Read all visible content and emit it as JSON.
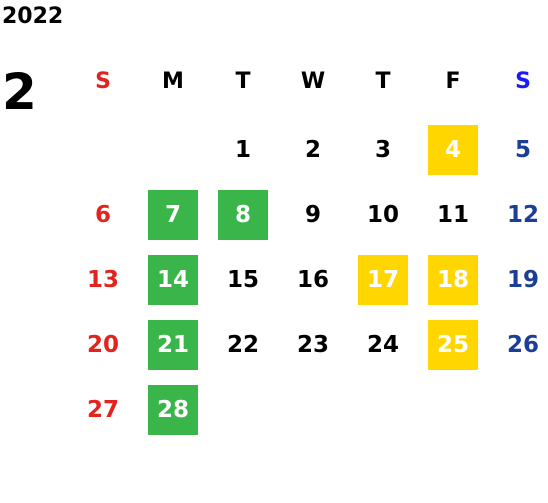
{
  "calendar": {
    "year": "2022",
    "month": "2",
    "weekdays": [
      "S",
      "M",
      "T",
      "W",
      "T",
      "F",
      "S"
    ],
    "colors": {
      "sunday_text": "#e3231d",
      "saturday_text": "#1b3f99",
      "weekday_text": "#000000",
      "highlight_text": "#ffffff",
      "green_highlight": "#3ab54a",
      "yellow_highlight": "#ffd600",
      "sunday_header": "#e3231d",
      "saturday_header": "#1a1aff"
    },
    "days": [
      {
        "label": "1",
        "week": 0,
        "dow": 2,
        "highlight": "none"
      },
      {
        "label": "2",
        "week": 0,
        "dow": 3,
        "highlight": "none"
      },
      {
        "label": "3",
        "week": 0,
        "dow": 4,
        "highlight": "none"
      },
      {
        "label": "4",
        "week": 0,
        "dow": 5,
        "highlight": "yellow"
      },
      {
        "label": "5",
        "week": 0,
        "dow": 6,
        "highlight": "none"
      },
      {
        "label": "6",
        "week": 1,
        "dow": 0,
        "highlight": "none"
      },
      {
        "label": "7",
        "week": 1,
        "dow": 1,
        "highlight": "green"
      },
      {
        "label": "8",
        "week": 1,
        "dow": 2,
        "highlight": "green"
      },
      {
        "label": "9",
        "week": 1,
        "dow": 3,
        "highlight": "none"
      },
      {
        "label": "10",
        "week": 1,
        "dow": 4,
        "highlight": "none"
      },
      {
        "label": "11",
        "week": 1,
        "dow": 5,
        "highlight": "none"
      },
      {
        "label": "12",
        "week": 1,
        "dow": 6,
        "highlight": "none"
      },
      {
        "label": "13",
        "week": 2,
        "dow": 0,
        "highlight": "none"
      },
      {
        "label": "14",
        "week": 2,
        "dow": 1,
        "highlight": "green"
      },
      {
        "label": "15",
        "week": 2,
        "dow": 2,
        "highlight": "none"
      },
      {
        "label": "16",
        "week": 2,
        "dow": 3,
        "highlight": "none"
      },
      {
        "label": "17",
        "week": 2,
        "dow": 4,
        "highlight": "yellow"
      },
      {
        "label": "18",
        "week": 2,
        "dow": 5,
        "highlight": "yellow"
      },
      {
        "label": "19",
        "week": 2,
        "dow": 6,
        "highlight": "none"
      },
      {
        "label": "20",
        "week": 3,
        "dow": 0,
        "highlight": "none"
      },
      {
        "label": "21",
        "week": 3,
        "dow": 1,
        "highlight": "green"
      },
      {
        "label": "22",
        "week": 3,
        "dow": 2,
        "highlight": "none"
      },
      {
        "label": "23",
        "week": 3,
        "dow": 3,
        "highlight": "none"
      },
      {
        "label": "24",
        "week": 3,
        "dow": 4,
        "highlight": "none"
      },
      {
        "label": "25",
        "week": 3,
        "dow": 5,
        "highlight": "yellow"
      },
      {
        "label": "26",
        "week": 3,
        "dow": 6,
        "highlight": "none"
      },
      {
        "label": "27",
        "week": 4,
        "dow": 0,
        "highlight": "none"
      },
      {
        "label": "28",
        "week": 4,
        "dow": 1,
        "highlight": "green"
      }
    ]
  }
}
